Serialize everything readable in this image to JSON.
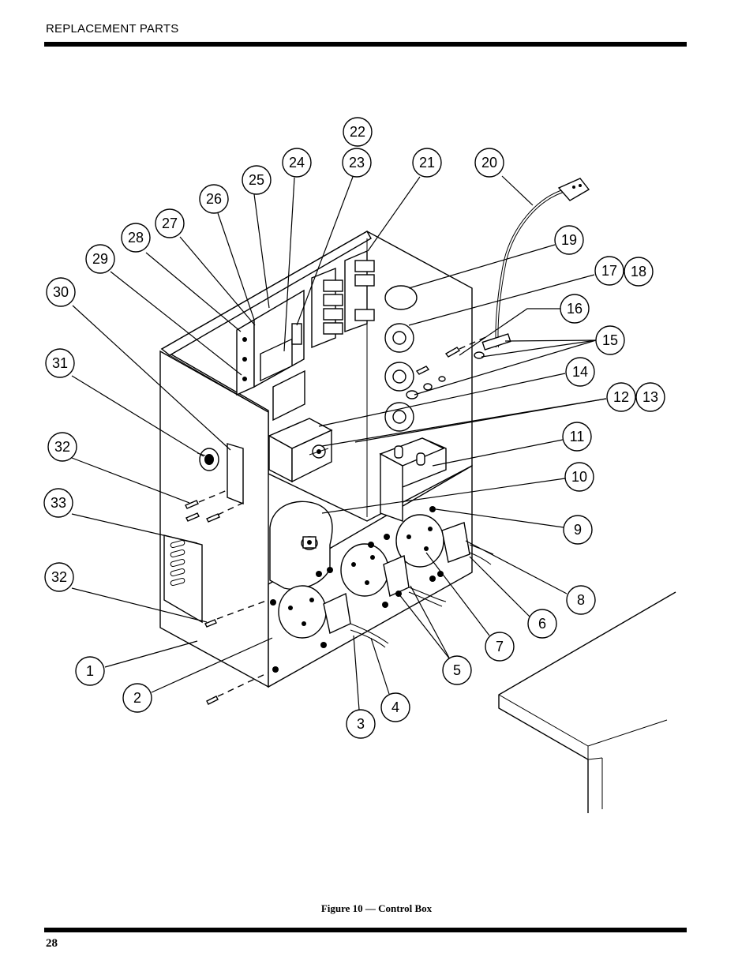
{
  "header": {
    "section": "REPLACEMENT PARTS"
  },
  "figure": {
    "caption": "Figure 10 — Control Box"
  },
  "footer": {
    "page_number": "28"
  },
  "callouts": [
    {
      "label": "1"
    },
    {
      "label": "2"
    },
    {
      "label": "3"
    },
    {
      "label": "4"
    },
    {
      "label": "5"
    },
    {
      "label": "6"
    },
    {
      "label": "7"
    },
    {
      "label": "8"
    },
    {
      "label": "9"
    },
    {
      "label": "10"
    },
    {
      "label": "11"
    },
    {
      "label": "12"
    },
    {
      "label": "13"
    },
    {
      "label": "14"
    },
    {
      "label": "15"
    },
    {
      "label": "16"
    },
    {
      "label": "17"
    },
    {
      "label": "18"
    },
    {
      "label": "19"
    },
    {
      "label": "20"
    },
    {
      "label": "21"
    },
    {
      "label": "22"
    },
    {
      "label": "23"
    },
    {
      "label": "24"
    },
    {
      "label": "25"
    },
    {
      "label": "26"
    },
    {
      "label": "27"
    },
    {
      "label": "28"
    },
    {
      "label": "29"
    },
    {
      "label": "30"
    },
    {
      "label": "31"
    },
    {
      "label": "32"
    },
    {
      "label": "32"
    },
    {
      "label": "33"
    }
  ]
}
